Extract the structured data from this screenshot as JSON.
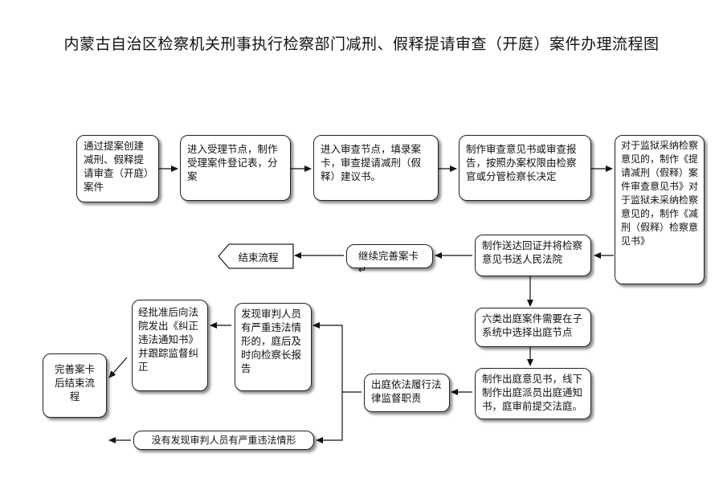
{
  "title": "内蒙古自治区检察机关刑事执行检察部门减刑、假释提请审查（开庭）案件办理流程图",
  "nodes": {
    "n1": "通过提案创建减刑、假释提请审查（开庭）案件",
    "n2": "进入受理节点，制作受理案件登记表，分案",
    "n3": "进入审查节点，填录案卡，审查提请减刑（假释）建议书。",
    "n4": "制作审查意见书或审查报告，按照办案权限由检察官或分管检察长决定",
    "n5": "对于监狱采纳检察意见的，制作《提请减刑（假释）案件审查意见书》对于监狱未采纳检察意见的，制作《减刑（假释）检察意见书》",
    "n6": "制作送达回证并将检察意见书送人民法院",
    "n7": "继续完善案卡↵",
    "n8": "结束流程",
    "n9": "六类出庭案件需要在子系统中选择出庭节点",
    "n10": "制作出庭意见书，线下制作出庭派员出庭通知书，庭审前提交法庭。",
    "n11": "出庭依法履行法律监督职责",
    "n12": "发现审判人员有严重违法情形的，庭后及时向检察长报告",
    "n13": "经批准后向法院发出《纠正违法通知书》并跟踪监督纠正",
    "n14": "完善案卡后结束流程",
    "n15": "没有发现审判人员有严重违法情形"
  }
}
